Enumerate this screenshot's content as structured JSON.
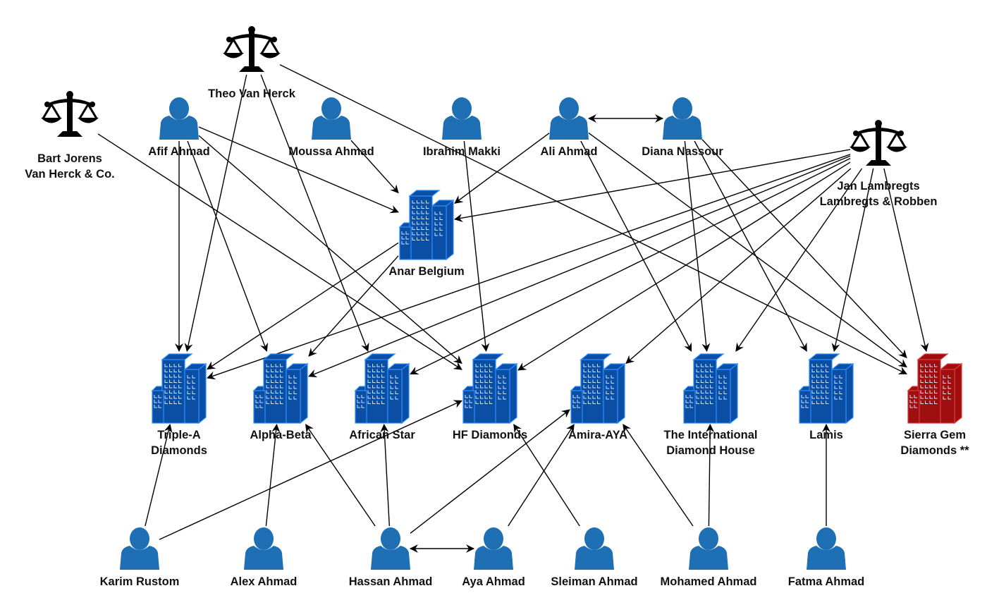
{
  "diagram": {
    "colors": {
      "person": "#1f6fb5",
      "company": "#0a4fa3",
      "company_edge": "#2b8cff",
      "company_flagged": "#a00f0f",
      "company_flagged_edge": "#d83a3a",
      "lawyer": "#000000",
      "edge": "#000000"
    },
    "nodes": [
      {
        "id": "theo",
        "type": "lawyer",
        "lines": [
          "Theo Van Herck"
        ]
      },
      {
        "id": "bart",
        "type": "lawyer",
        "lines": [
          "Bart Jorens",
          "Van Herck & Co."
        ]
      },
      {
        "id": "jan",
        "type": "lawyer",
        "lines": [
          "Jan Lambregts",
          "Lambregts & Robben"
        ]
      },
      {
        "id": "afif",
        "type": "person",
        "lines": [
          "Afif Ahmad"
        ]
      },
      {
        "id": "moussa",
        "type": "person",
        "lines": [
          "Moussa Ahmad"
        ]
      },
      {
        "id": "ibrahim",
        "type": "person",
        "lines": [
          "Ibrahim Makki"
        ]
      },
      {
        "id": "ali",
        "type": "person",
        "lines": [
          "Ali Ahmad"
        ]
      },
      {
        "id": "diana",
        "type": "person",
        "lines": [
          "Diana Nassour"
        ]
      },
      {
        "id": "anar",
        "type": "company",
        "lines": [
          "Anar Belgium"
        ]
      },
      {
        "id": "triplea",
        "type": "company",
        "lines": [
          "Triple-A",
          "Diamonds"
        ]
      },
      {
        "id": "alphabeta",
        "type": "company",
        "lines": [
          "Alpha-Beta"
        ]
      },
      {
        "id": "african",
        "type": "company",
        "lines": [
          "African Star"
        ]
      },
      {
        "id": "hf",
        "type": "company",
        "lines": [
          "HF Diamonds"
        ]
      },
      {
        "id": "amira",
        "type": "company",
        "lines": [
          "Amira-AYA"
        ]
      },
      {
        "id": "idh",
        "type": "company",
        "lines": [
          "The International",
          "Diamond House"
        ]
      },
      {
        "id": "lamis",
        "type": "company",
        "lines": [
          "Lamis"
        ]
      },
      {
        "id": "sierra",
        "type": "company_flagged",
        "lines": [
          "Sierra Gem",
          "Diamonds **"
        ]
      },
      {
        "id": "karim",
        "type": "person",
        "lines": [
          "Karim Rustom"
        ]
      },
      {
        "id": "alex",
        "type": "person",
        "lines": [
          "Alex Ahmad"
        ]
      },
      {
        "id": "hassan",
        "type": "person",
        "lines": [
          "Hassan Ahmad"
        ]
      },
      {
        "id": "aya",
        "type": "person",
        "lines": [
          "Aya Ahmad"
        ]
      },
      {
        "id": "sleiman",
        "type": "person",
        "lines": [
          "Sleiman Ahmad"
        ]
      },
      {
        "id": "mohamed",
        "type": "person",
        "lines": [
          "Mohamed Ahmad"
        ]
      },
      {
        "id": "fatma",
        "type": "person",
        "lines": [
          "Fatma Ahmad"
        ]
      }
    ],
    "edges": [
      {
        "from": "theo",
        "to": "triplea"
      },
      {
        "from": "theo",
        "to": "african"
      },
      {
        "from": "theo",
        "to": "sierra"
      },
      {
        "from": "bart",
        "to": "hf"
      },
      {
        "from": "afif",
        "to": "triplea"
      },
      {
        "from": "afif",
        "to": "alphabeta"
      },
      {
        "from": "afif",
        "to": "hf"
      },
      {
        "from": "afif",
        "to": "anar"
      },
      {
        "from": "moussa",
        "to": "anar"
      },
      {
        "from": "ibrahim",
        "to": "hf"
      },
      {
        "from": "ali",
        "to": "anar"
      },
      {
        "from": "ali",
        "to": "idh"
      },
      {
        "from": "ali",
        "to": "sierra"
      },
      {
        "from": "ali",
        "to": "diana",
        "bidirectional": true
      },
      {
        "from": "diana",
        "to": "idh"
      },
      {
        "from": "diana",
        "to": "lamis"
      },
      {
        "from": "diana",
        "to": "sierra"
      },
      {
        "from": "jan",
        "to": "anar"
      },
      {
        "from": "jan",
        "to": "triplea"
      },
      {
        "from": "jan",
        "to": "alphabeta"
      },
      {
        "from": "jan",
        "to": "african"
      },
      {
        "from": "jan",
        "to": "hf"
      },
      {
        "from": "jan",
        "to": "amira"
      },
      {
        "from": "jan",
        "to": "idh"
      },
      {
        "from": "jan",
        "to": "lamis"
      },
      {
        "from": "jan",
        "to": "sierra"
      },
      {
        "from": "anar",
        "to": "triplea"
      },
      {
        "from": "anar",
        "to": "alphabeta"
      },
      {
        "from": "karim",
        "to": "triplea"
      },
      {
        "from": "karim",
        "to": "hf"
      },
      {
        "from": "alex",
        "to": "alphabeta"
      },
      {
        "from": "hassan",
        "to": "alphabeta"
      },
      {
        "from": "hassan",
        "to": "african"
      },
      {
        "from": "hassan",
        "to": "amira"
      },
      {
        "from": "hassan",
        "to": "aya",
        "bidirectional": true
      },
      {
        "from": "aya",
        "to": "amira"
      },
      {
        "from": "sleiman",
        "to": "hf"
      },
      {
        "from": "mohamed",
        "to": "amira"
      },
      {
        "from": "mohamed",
        "to": "idh"
      },
      {
        "from": "fatma",
        "to": "lamis"
      }
    ]
  }
}
